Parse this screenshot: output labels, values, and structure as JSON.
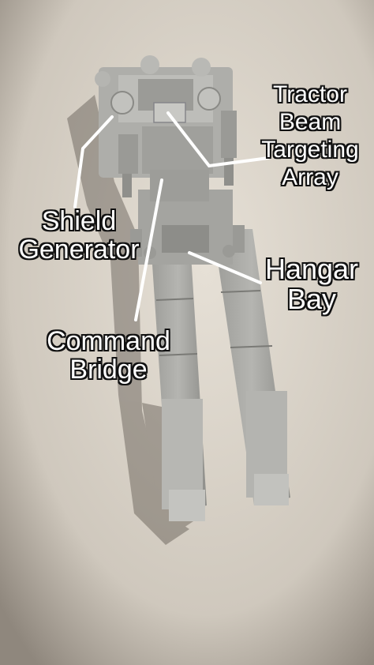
{
  "labels": {
    "tractor": [
      "Tractor",
      "Beam",
      "Targeting",
      "Array"
    ],
    "shield": [
      "Shield",
      "Generator"
    ],
    "command": [
      "Command",
      "Bridge"
    ],
    "hangar": [
      "Hangar",
      "Bay"
    ]
  },
  "colors": {
    "background": "#d8d2c8",
    "model_gray": "#a9a9a5",
    "label_text": "#ffffff",
    "leader_line": "#ffffff"
  }
}
